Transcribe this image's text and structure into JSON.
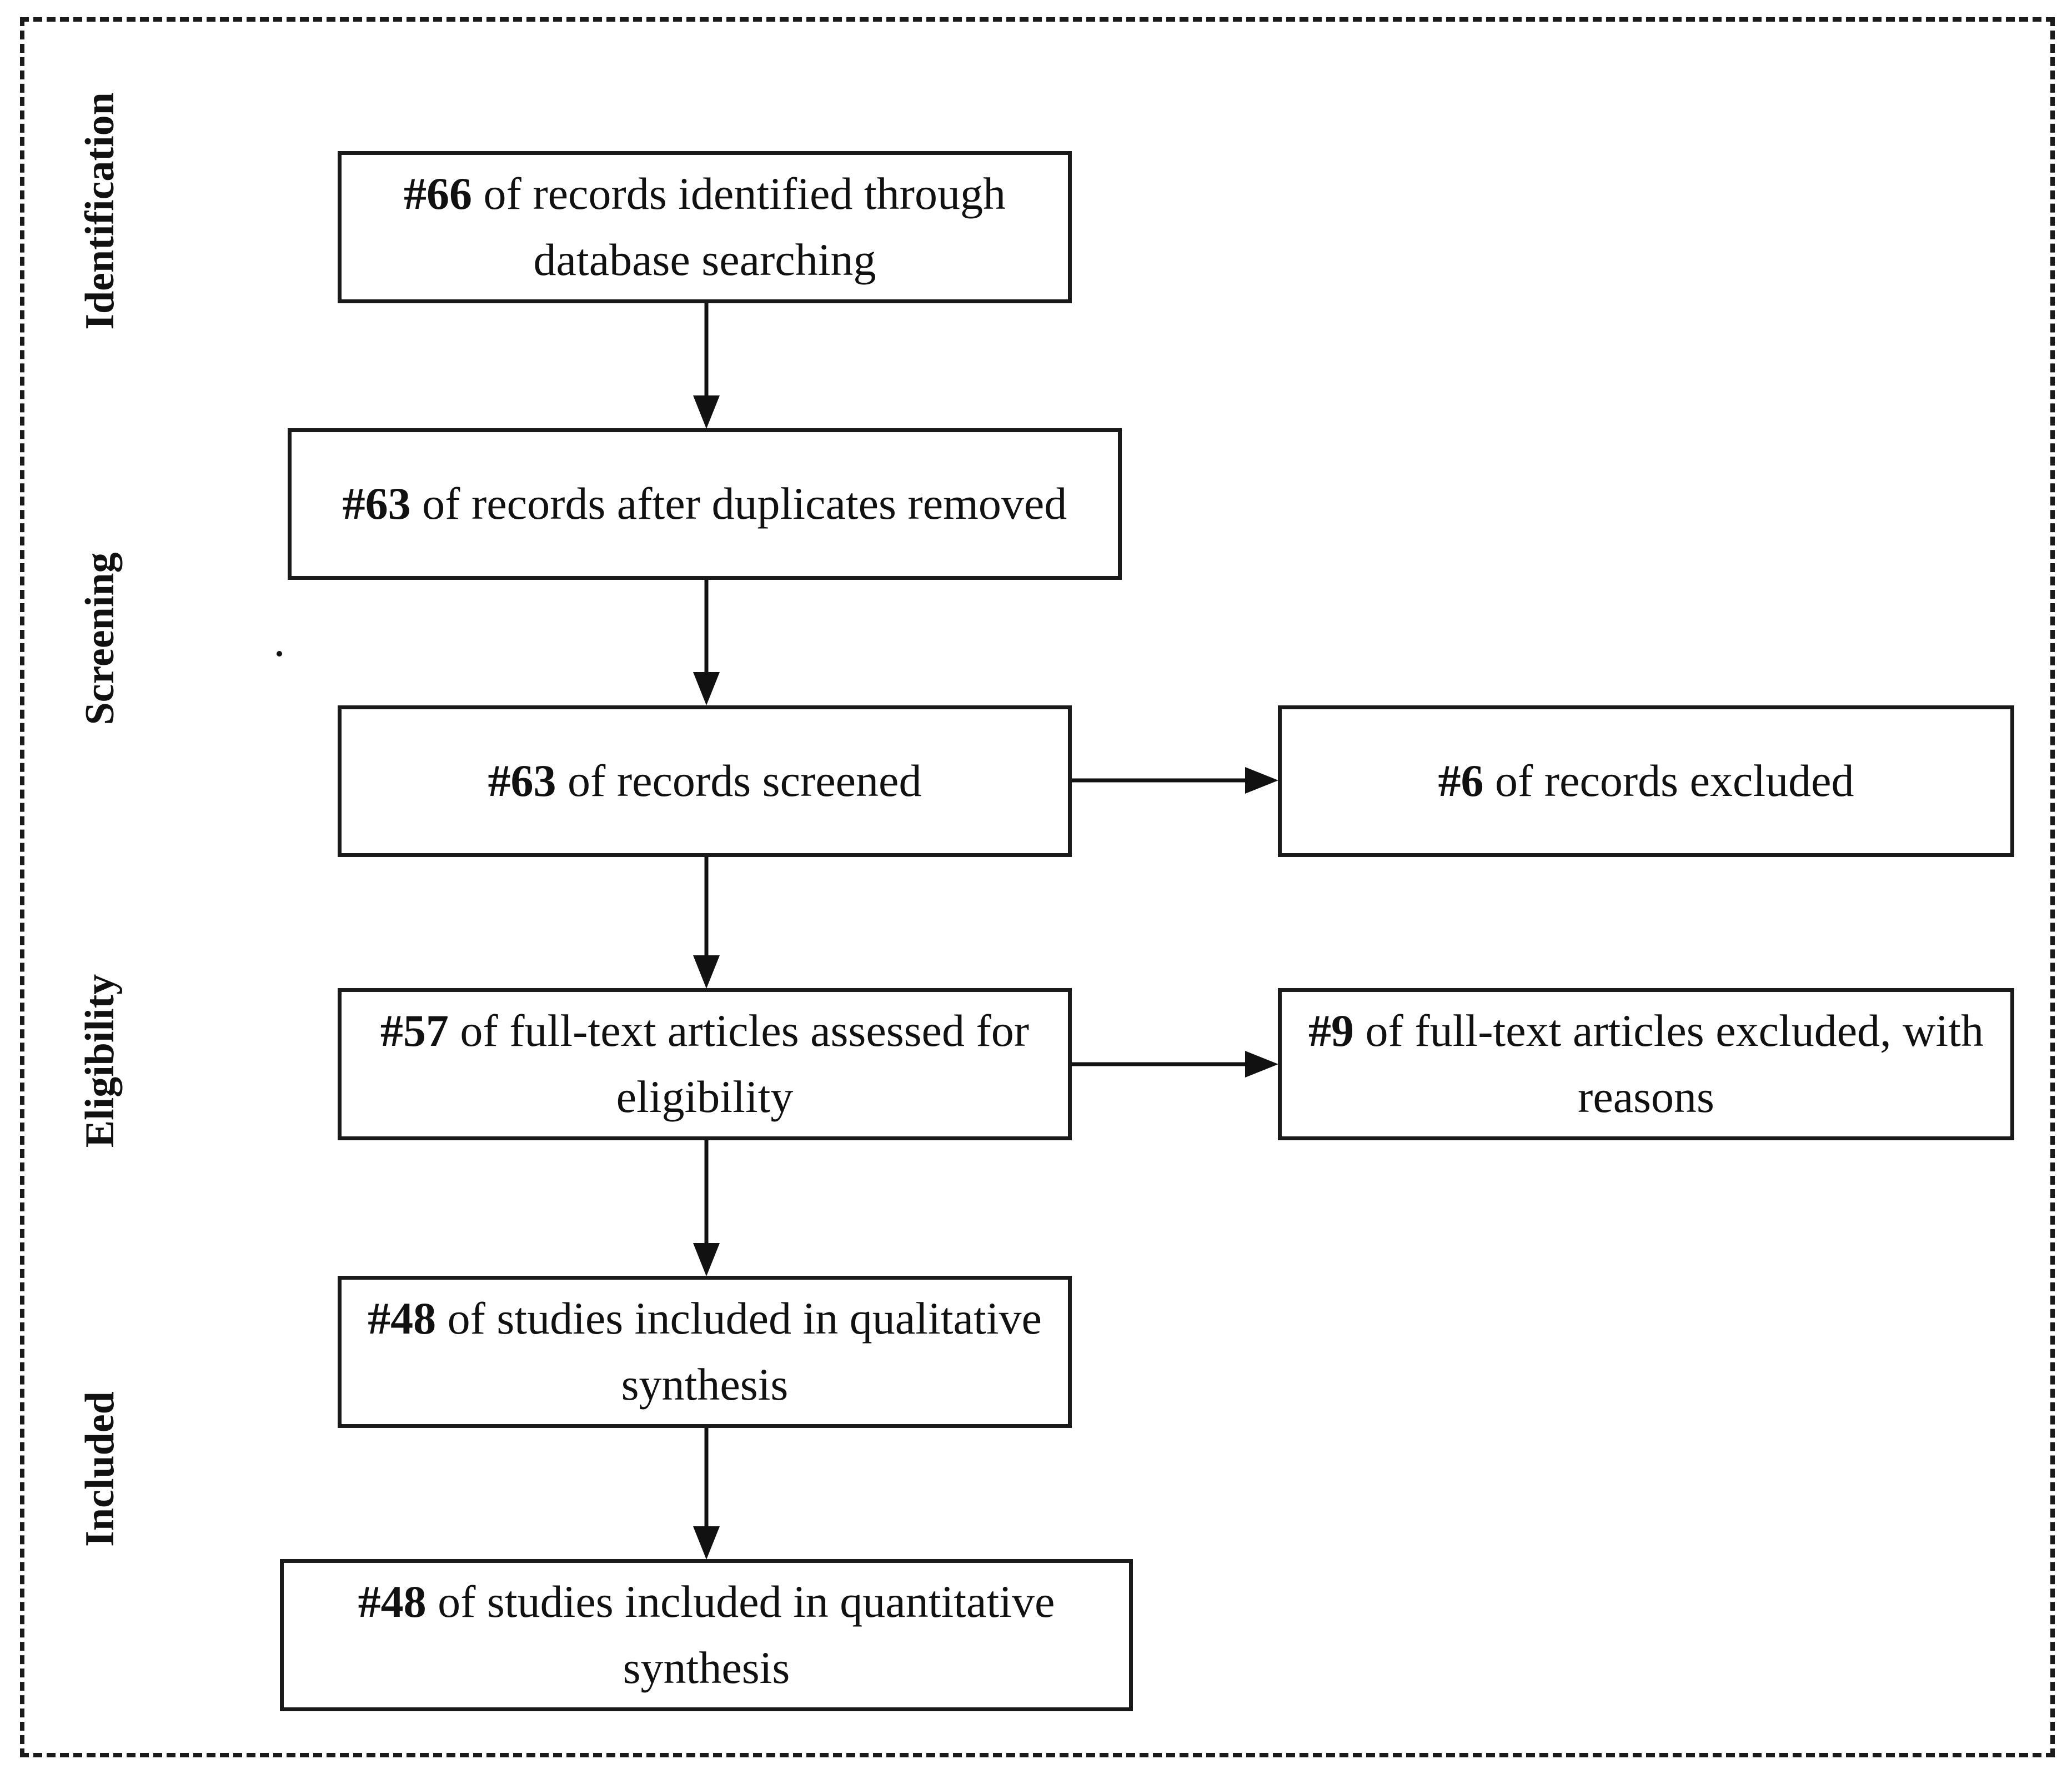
{
  "stages": {
    "identification": "Identification",
    "screening": "Screening",
    "eligibility": "Eligibility",
    "included": "Included"
  },
  "boxes": {
    "identified": {
      "count": "#66",
      "text": "of records identified through database searching"
    },
    "duplicates_removed": {
      "count": "#63",
      "text": "of records after duplicates removed"
    },
    "screened": {
      "count": "#63",
      "text": "of records screened"
    },
    "excluded": {
      "count": "#6",
      "text": "of records excluded"
    },
    "fulltext_assessed": {
      "count": "#57",
      "text": "of full-text articles assessed for eligibility"
    },
    "fulltext_excluded": {
      "count": "#9",
      "text": "of full-text articles excluded, with reasons"
    },
    "qualitative": {
      "count": "#48",
      "text": "of studies included in qualitative synthesis"
    },
    "quantitative": {
      "count": "#48",
      "text": "of studies included in quantitative synthesis"
    }
  }
}
